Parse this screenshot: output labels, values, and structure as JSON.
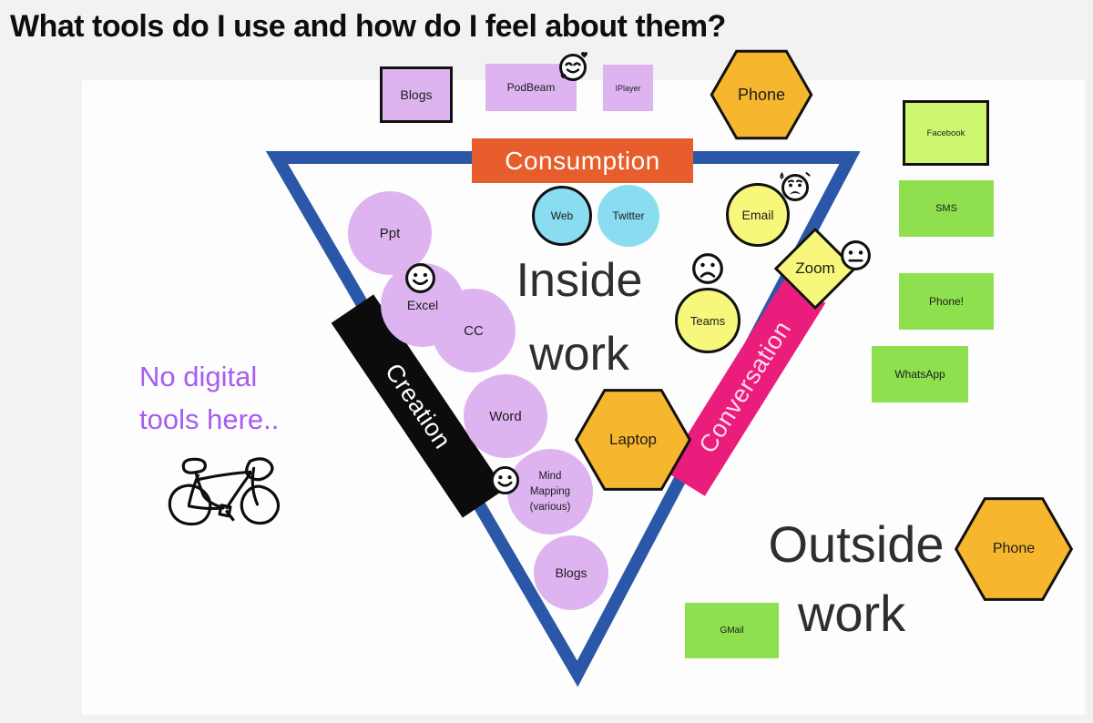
{
  "title": "What tools do I use and how do I feel about them?",
  "banners": {
    "consumption": "Consumption",
    "creation": "Creation",
    "conversation": "Conversation"
  },
  "texts": {
    "inside": {
      "line1": "Inside",
      "line2": "work"
    },
    "outside": {
      "line1": "Outside",
      "line2": "work"
    },
    "annotation": {
      "line1": "No digital",
      "line2": "tools here.."
    }
  },
  "nodes": {
    "blogs_top": "Blogs",
    "podbeam": "PodBeam",
    "iplayer": "IPlayer",
    "phone_top": "Phone",
    "facebook": "Facebook",
    "sms": "SMS",
    "phone_excl": "Phone!",
    "whatsapp": "WhatsApp",
    "gmail": "GMail",
    "web": "Web",
    "twitter": "Twitter",
    "email": "Email",
    "teams": "Teams",
    "zoom": "Zoom",
    "ppt": "Ppt",
    "excel": "Excel",
    "cc": "CC",
    "word": "Word",
    "mind_mapping": {
      "line1": "Mind",
      "line2": "Mapping",
      "line3": "(various)"
    },
    "blogs_bottom": "Blogs",
    "laptop": "Laptop",
    "phone_bottom": "Phone"
  },
  "icons": {
    "hearts_face": "smiling-face-with-hearts",
    "anxious_face": "anxious-face-with-sweat",
    "neutral_face": "neutral-face",
    "frowning_face": "frowning-face",
    "smiley_excel": "smiling-face",
    "smiley_mind_mapping": "smiling-face",
    "bicycle": "hand-drawn-bicycle"
  },
  "colors": {
    "triangle_blue": "#2b57a8",
    "consumption_orange": "#e75d2b",
    "creation_black": "#0c0c0c",
    "conversation_pink": "#eb1d7c",
    "purple_node": "#ddb4f0",
    "cyan_node": "#8adcf0",
    "yellow_node": "#f7f77c",
    "green_node": "#8ee04e",
    "light_green_node": "#cef76f",
    "orange_hexagon": "#f6b62e",
    "annotation_purple": "#a65df0",
    "heading_text": "#2e2e2e",
    "board_background": "#f2f2f3",
    "frame_background": "#fdfdfd"
  }
}
